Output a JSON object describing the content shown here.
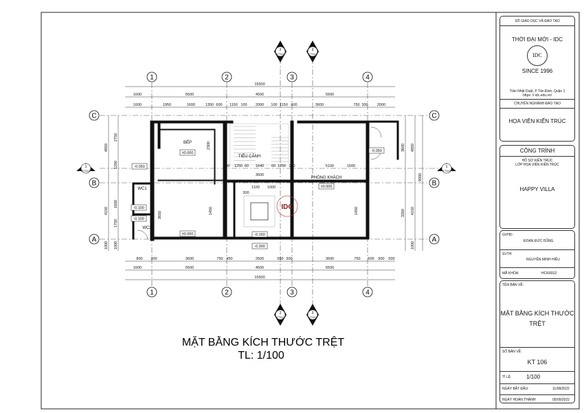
{
  "drawing": {
    "title": "MẶT BẰNG KÍCH THƯỚC TRỆT",
    "scale": "TL:  1/100",
    "grid_x": [
      "1",
      "2",
      "3",
      "4"
    ],
    "grid_y": [
      "C",
      "B",
      "A"
    ],
    "sections": [
      {
        "num": "1",
        "sheet": "KT112"
      },
      {
        "num": "2",
        "sheet": "KT112"
      },
      {
        "num": "3",
        "sheet": "KT113"
      }
    ],
    "rooms": [
      "BẾP",
      "TIỂU CẢNH",
      "PHÒNG KHÁCH",
      "WC1",
      "WC2"
    ],
    "levels": [
      "±0.000",
      "±0.000",
      "±0.000",
      "-0.050",
      "-0.100",
      "-0.100",
      "-0.150",
      "-0.300",
      "-0.050"
    ],
    "dims_top": [
      "15500",
      "1600",
      "5500",
      "4500",
      "5500",
      "1600",
      "1950",
      "1600",
      "1350",
      "600",
      "1150",
      "100",
      "2000",
      "100",
      "1150",
      "600",
      "3600",
      "750",
      "300",
      "2000"
    ],
    "dims_bottom": [
      "800",
      "300",
      "3600",
      "750",
      "450",
      "2500",
      "550",
      "300",
      "3600",
      "750",
      "600",
      "900",
      "500",
      "1600",
      "5500",
      "4500",
      "5500",
      "15500"
    ],
    "dims_left": [
      "4850",
      "4150",
      "1000",
      "2750",
      "1200",
      "1600",
      "1750",
      "1000"
    ],
    "dims_right": [
      "4850",
      "4150",
      "9000",
      "1000",
      "3600",
      "3350"
    ],
    "dims_inner": [
      "300",
      "1250",
      "60",
      "1640",
      "60",
      "1250",
      "200",
      "3600",
      "5100",
      "1450",
      "3650",
      "2300",
      "1500",
      "1450",
      "1100",
      "300",
      "1000"
    ],
    "watermark": "IDC"
  },
  "title_block": {
    "department": "SỞ GIÁO DỤC VÀ ĐÀO TẠO",
    "school": "THỜI ĐẠI MỚI - IDC",
    "logo_text": "IDC",
    "since": "SINCE 1996",
    "address": "Trần Nhật Duật, P Tân Định, Quận 1",
    "website": "https: // idc.edu.vn/",
    "major_label": "CHUYÊN NGHÀNH ĐÀO TẠO",
    "major": "HỌA VIÊN KIẾN TRÚC",
    "project_label": "CÔNG TRÌNH",
    "project_sub1": "HỒ SƠ KIẾN TRÚC",
    "project_sub2": "LỚP HỌA VIÊN KIẾN TRÚC",
    "project_name": "HAPPY VILLA",
    "gvhd_label": "GVHD:",
    "gvhd": "ĐOÀN ĐỨC DŨNG",
    "svth_label": "SVTH:",
    "svth": "NGUYỄN MINH HIẾU",
    "course_label": "MÃ KHÓA:",
    "course": "HCK66S2",
    "drawing_name_label": "TÊN BẢN VẼ:",
    "drawing_name_1": "MẶT BẰNG KÍCH THƯỚC",
    "drawing_name_2": "TRỆT",
    "sheet_no_label": "SỐ BẢN VẼ:",
    "sheet_no": "KT 106",
    "scale_label": "TỈ LỆ:",
    "scale": "1/100",
    "start_label": "NGÀY BẮT ĐẦU:",
    "start": "11/08/2022",
    "end_label": "NGÀY HOÀN THÀNH:",
    "end": "05/09/2022"
  }
}
